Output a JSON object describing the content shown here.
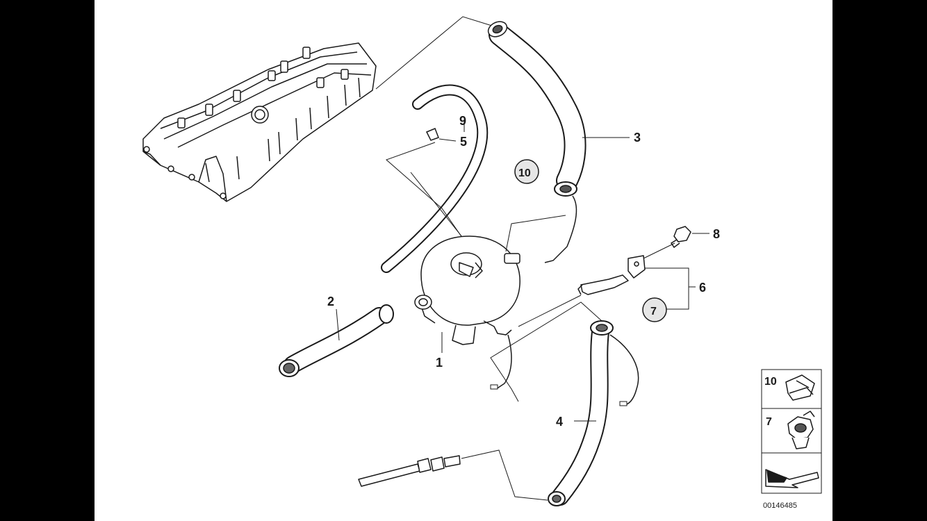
{
  "diagram": {
    "reference_number": "00146485",
    "colors": {
      "background": "#000000",
      "sheet": "#ffffff",
      "ink": "#1a1a1a",
      "shade": "#e6e6e6"
    },
    "callouts": [
      {
        "id": "c1",
        "label": "1"
      },
      {
        "id": "c2",
        "label": "2"
      },
      {
        "id": "c3",
        "label": "3"
      },
      {
        "id": "c4",
        "label": "4"
      },
      {
        "id": "c5",
        "label": "5"
      },
      {
        "id": "c6",
        "label": "6"
      },
      {
        "id": "c7",
        "label": "7",
        "circled": true
      },
      {
        "id": "c8",
        "label": "8"
      },
      {
        "id": "c9",
        "label": "9"
      },
      {
        "id": "c10",
        "label": "10",
        "circled": true
      }
    ],
    "legend": [
      {
        "label": "10",
        "icon": "clip-icon"
      },
      {
        "label": "7",
        "icon": "hose-clamp-icon"
      },
      {
        "label": "",
        "icon": "arrow-direction-icon"
      }
    ]
  }
}
